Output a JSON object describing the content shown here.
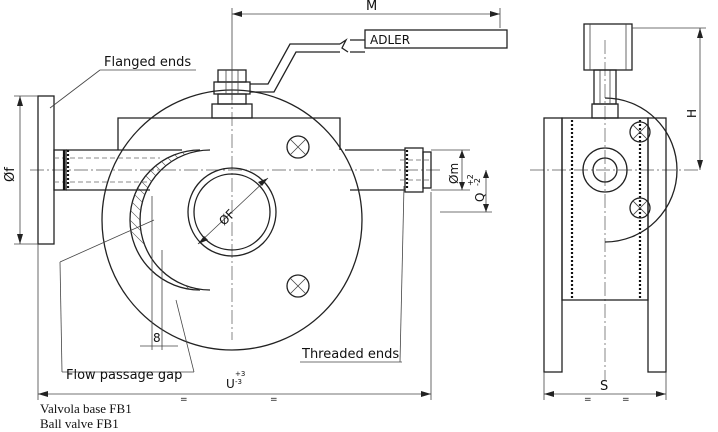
{
  "drawing": {
    "dimensions": {
      "M": "M",
      "H": "H",
      "S": "S",
      "U": "U",
      "U_tol_upper": "+3",
      "U_tol_lower": "-3",
      "Q": "Q",
      "Q_tol_upper": "+2",
      "Q_tol_lower": "-2",
      "phi_f": "Øf",
      "phi_m": "Øm",
      "phi_F": "ØF",
      "eight": "8"
    },
    "labels": {
      "flanged_ends": "Flanged ends",
      "threaded_ends": "Threaded ends",
      "flow_passage_gap": "Flow passage gap",
      "handle_brand": "ADLER"
    },
    "marks": {
      "equals": "="
    }
  },
  "captions": {
    "line1": "Valvola base FB1",
    "line2": "Ball valve FB1"
  }
}
